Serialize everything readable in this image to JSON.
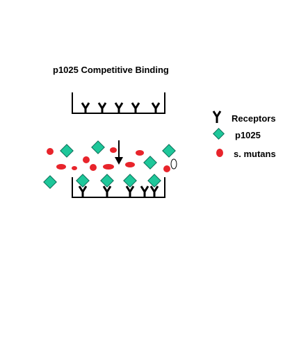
{
  "title": "p1025 Competitive Binding",
  "legend": [
    {
      "key": "receptor",
      "label": "Receptors"
    },
    {
      "key": "peptide",
      "label": "p1025"
    },
    {
      "key": "bacteria",
      "label": "s. mutans"
    }
  ],
  "colors": {
    "peptide": "#1ec79a",
    "bacteria": "#e8242b",
    "line": "#000000"
  },
  "top_well": {
    "receptor_count": 5
  },
  "bottom_well": {
    "receptor_count": 5,
    "bound": "p1025"
  }
}
